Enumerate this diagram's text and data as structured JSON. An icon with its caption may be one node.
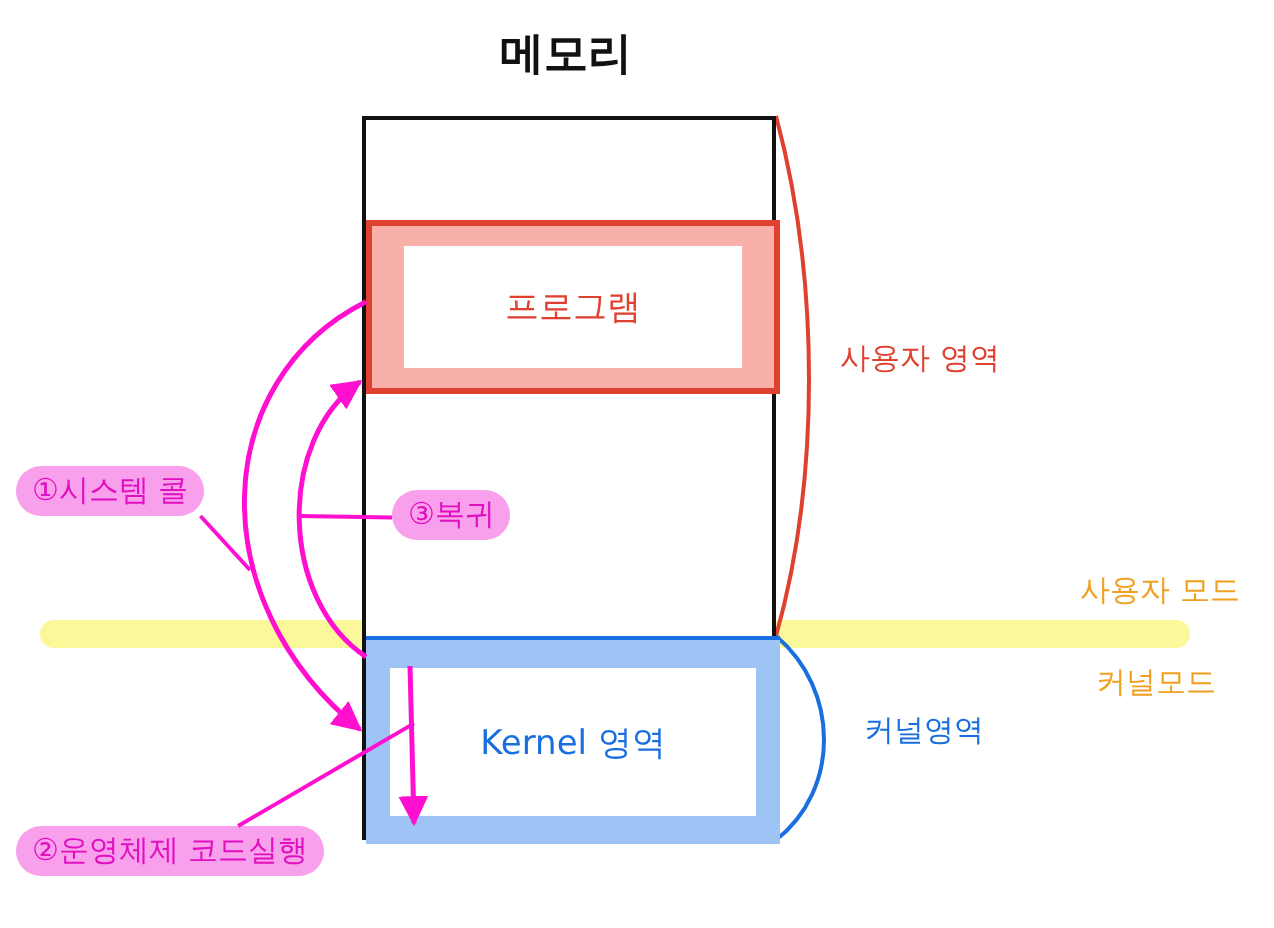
{
  "diagram": {
    "title": "메모리",
    "nodes": [
      {
        "text": [],
        "shape": "box"
      },
      {
        "text": [
          "프로그램"
        ],
        "in": 0
      },
      {
        "text": [
          "Kernel 영역"
        ],
        "in": 0
      },
      {
        "text": [
          "①시스템 콜"
        ]
      },
      {
        "text": [
          "③복귀"
        ],
        "in": 0
      },
      {
        "text": [
          "②운영체제 코드실행"
        ]
      }
    ],
    "edges": [
      {
        "from": 1,
        "to": 2,
        "arrow": "to"
      },
      {
        "from": 2,
        "to": 1,
        "arrow": "to"
      },
      {
        "from": null,
        "to": 2,
        "arrow": "to"
      },
      {
        "from": 3,
        "to": null,
        "arrow": "none"
      },
      {
        "from": 4,
        "to": null,
        "arrow": "none"
      },
      {
        "from": 5,
        "to": 2,
        "arrow": "none"
      }
    ],
    "labels": [
      "사용자 영역",
      "사용자 모드",
      "커널모드",
      "커널영역"
    ]
  }
}
